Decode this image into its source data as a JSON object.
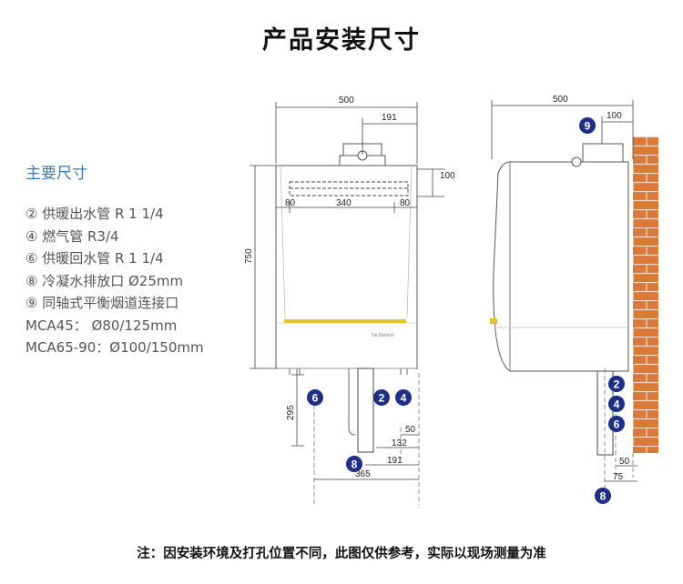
{
  "title": "产品安装尺寸",
  "legend": {
    "heading": "主要尺寸",
    "items": [
      "② 供暖出水管  R 1 1/4",
      "④ 燃气管  R3/4",
      "⑥ 供暖回水管  R 1 1/4",
      "⑧ 冷凝水排放口  Ø25mm",
      "⑨ 同轴式平衡烟道连接口",
      "MCA45：    Ø80/125mm",
      "MCA65-90：Ø100/150mm"
    ]
  },
  "front_view": {
    "dims": {
      "width": "500",
      "flue_offset": "191",
      "top_depth": "100",
      "left_margin": "80",
      "middle": "340",
      "right_margin": "80",
      "height": "750",
      "bottom_drop": "295",
      "pipe_50": "50",
      "pipe_132": "132",
      "pipe_191": "191",
      "pipe_365": "365"
    },
    "brand": "De Dietrich",
    "badges": [
      "6",
      "2",
      "4",
      "8"
    ]
  },
  "side_view": {
    "dims": {
      "width": "500",
      "flue_offset": "100",
      "wall_50": "50",
      "wall_75": "75"
    },
    "badges": [
      "9",
      "2",
      "4",
      "6",
      "8"
    ]
  },
  "note": "注：因安装环境及打孔位置不同，此图仅供参考，实际以现场测量为准",
  "colors": {
    "badge": "#1f2f83",
    "accent": "#3a78b8",
    "brick": "#d97a3a",
    "stripe": "#e8c22a"
  }
}
